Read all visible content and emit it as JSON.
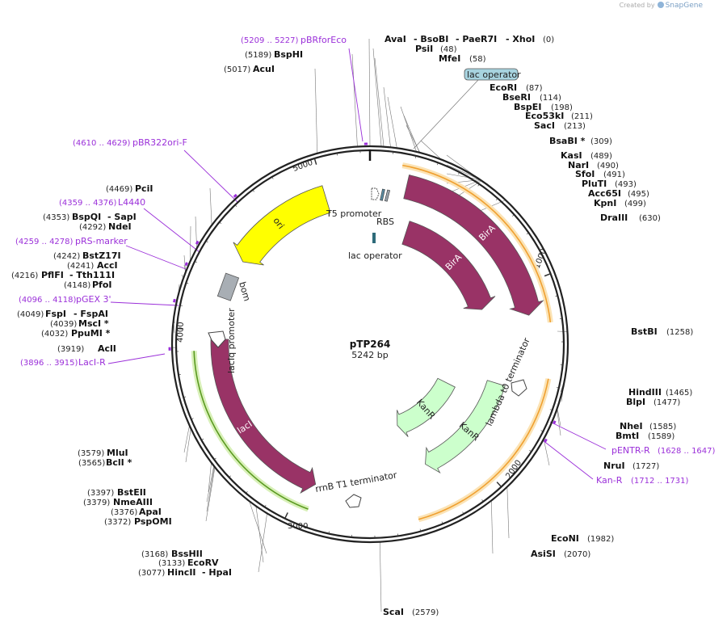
{
  "credit": {
    "prefix": "Created by",
    "brand": "SnapGene"
  },
  "plasmid": {
    "name": "pTP264",
    "length_bp": 5242,
    "size_label": "5242 bp"
  },
  "ticks": [
    "1000",
    "2000",
    "3000",
    "4000",
    "5000"
  ],
  "features": [
    {
      "name": "ori",
      "kind": "arrow",
      "start": 4411,
      "end": 4998,
      "direction": "ccw",
      "color": "#ffff00",
      "label_color": "#222"
    },
    {
      "name": "BirA",
      "kind": "arrow",
      "start": 190,
      "end": 1160,
      "direction": "cw",
      "color": "#993366",
      "label_color": "#ffffff"
    },
    {
      "name": "BirA",
      "kind": "arrow",
      "start": 260,
      "end": 1060,
      "direction": "cw",
      "color": "#993366",
      "label_color": "#ffffff"
    },
    {
      "name": "KanR",
      "kind": "arrow",
      "start": 1700,
      "end": 2350,
      "direction": "cw",
      "color": "#ccffcc",
      "label_color": "#222"
    },
    {
      "name": "KanR",
      "kind": "arrow",
      "start": 1560,
      "end": 2260,
      "direction": "cw",
      "color": "#ccffcc",
      "label_color": "#222"
    },
    {
      "name": "lacI",
      "kind": "arrow",
      "start": 2930,
      "end": 3960,
      "direction": "ccw",
      "color": "#993366",
      "label_color": "#ffffff"
    }
  ],
  "feature_labels": {
    "t5_promoter": "T5 promoter",
    "rbs": "RBS",
    "lac_operator": "lac operator",
    "lac_operator_box": "lac operator",
    "lambda_t0": "lambda t0 terminator",
    "rrnb_t1": "rrnB T1 terminator",
    "laciq_promoter": "lacIq promoter",
    "bom": "bom"
  },
  "sites": [
    {
      "name": "AvaI",
      "pos": "(0)",
      "extra": [
        "BsoBI",
        "PaeR7I",
        "XhoI"
      ],
      "bp": 0
    },
    {
      "name": "PsiI",
      "pos": "(48)",
      "bp": 48
    },
    {
      "name": "MfeI",
      "pos": "(58)",
      "bp": 58
    },
    {
      "name": "EcoRI",
      "pos": "(87)",
      "bp": 87
    },
    {
      "name": "BseRI",
      "pos": "(114)",
      "bp": 114
    },
    {
      "name": "BspEI",
      "pos": "(198)",
      "bp": 198
    },
    {
      "name": "Eco53kI",
      "pos": "(211)",
      "bp": 211
    },
    {
      "name": "SacI",
      "pos": "(213)",
      "bp": 213
    },
    {
      "name": "BsaBI *",
      "pos": "(309)",
      "bp": 309
    },
    {
      "name": "KasI",
      "pos": "(489)",
      "bp": 489
    },
    {
      "name": "NarI",
      "pos": "(490)",
      "bp": 490
    },
    {
      "name": "SfoI",
      "pos": "(491)",
      "bp": 491
    },
    {
      "name": "PluTI",
      "pos": "(493)",
      "bp": 493
    },
    {
      "name": "Acc65I",
      "pos": "(495)",
      "bp": 495
    },
    {
      "name": "KpnI",
      "pos": "(499)",
      "bp": 499
    },
    {
      "name": "DraIII",
      "pos": "(630)",
      "bp": 630
    },
    {
      "name": "BstBI",
      "pos": "(1258)",
      "bp": 1258
    },
    {
      "name": "HindIII",
      "pos": "(1465)",
      "bp": 1465
    },
    {
      "name": "BlpI",
      "pos": "(1477)",
      "bp": 1477
    },
    {
      "name": "NheI",
      "pos": "(1585)",
      "bp": 1585
    },
    {
      "name": "BmtI",
      "pos": "(1589)",
      "bp": 1589
    },
    {
      "name": "NruI",
      "pos": "(1727)",
      "bp": 1727
    },
    {
      "name": "EcoNI",
      "pos": "(1982)",
      "bp": 1982
    },
    {
      "name": "AsiSI",
      "pos": "(2070)",
      "bp": 2070
    },
    {
      "name": "ScaI",
      "pos": "(2579)",
      "bp": 2579
    },
    {
      "name": "BssHII",
      "pos": "(3168)",
      "bp": 3168
    },
    {
      "name": "EcoRV",
      "pos": "(3133)",
      "bp": 3133
    },
    {
      "name": "HincII",
      "pos": "(3077)",
      "extra": [
        "HpaI"
      ],
      "bp": 3077
    },
    {
      "name": "BstEII",
      "pos": "(3397)",
      "bp": 3397
    },
    {
      "name": "NmeAIII",
      "pos": "(3379)",
      "bp": 3379
    },
    {
      "name": "ApaI",
      "pos": "(3376)",
      "bp": 3376
    },
    {
      "name": "PspOMI",
      "pos": "(3372)",
      "bp": 3372
    },
    {
      "name": "MluI",
      "pos": "(3579)",
      "bp": 3579
    },
    {
      "name": "BclI *",
      "pos": "(3565)",
      "bp": 3565
    },
    {
      "name": "AclI",
      "pos": "(3919)",
      "bp": 3919
    },
    {
      "name": "FspI",
      "pos": "(4049)",
      "extra": [
        "FspAI"
      ],
      "bp": 4049
    },
    {
      "name": "MscI *",
      "pos": "(4039)",
      "bp": 4039
    },
    {
      "name": "PpuMI *",
      "pos": "(4032)",
      "bp": 4032
    },
    {
      "name": "PfoI",
      "pos": "(4148)",
      "bp": 4148
    },
    {
      "name": "PflFI",
      "pos": "(4216)",
      "extra": [
        "Tth111I"
      ],
      "bp": 4216
    },
    {
      "name": "AccI",
      "pos": "(4241)",
      "bp": 4241
    },
    {
      "name": "BstZ17I",
      "pos": "(4242)",
      "bp": 4242
    },
    {
      "name": "NdeI",
      "pos": "(4292)",
      "bp": 4292
    },
    {
      "name": "BspQI",
      "pos": "(4353)",
      "extra": [
        "SapI"
      ],
      "bp": 4353
    },
    {
      "name": "PciI",
      "pos": "(4469)",
      "bp": 4469
    },
    {
      "name": "AcuI",
      "pos": "(5017)",
      "bp": 5017
    },
    {
      "name": "BspHI",
      "pos": "(5189)",
      "bp": 5189
    }
  ],
  "primers": [
    {
      "name": "pBRforEco",
      "pos": "(5209 .. 5227)",
      "bp": 5218
    },
    {
      "name": "pBR322ori-F",
      "pos": "(4610 .. 4629)",
      "bp": 4620
    },
    {
      "name": "L4440",
      "pos": "(4359 .. 4376)",
      "bp": 4368
    },
    {
      "name": "pRS-marker",
      "pos": "(4259 .. 4278)",
      "bp": 4268
    },
    {
      "name": "pGEX 3'",
      "pos": "(4096 .. 4118)",
      "bp": 4107
    },
    {
      "name": "LacI-R",
      "pos": "(3896 .. 3915)",
      "bp": 3905
    },
    {
      "name": "pENTR-R",
      "pos": "(1628 .. 1647)",
      "bp": 1638
    },
    {
      "name": "Kan-R",
      "pos": "(1712 .. 1731)",
      "bp": 1722
    }
  ]
}
